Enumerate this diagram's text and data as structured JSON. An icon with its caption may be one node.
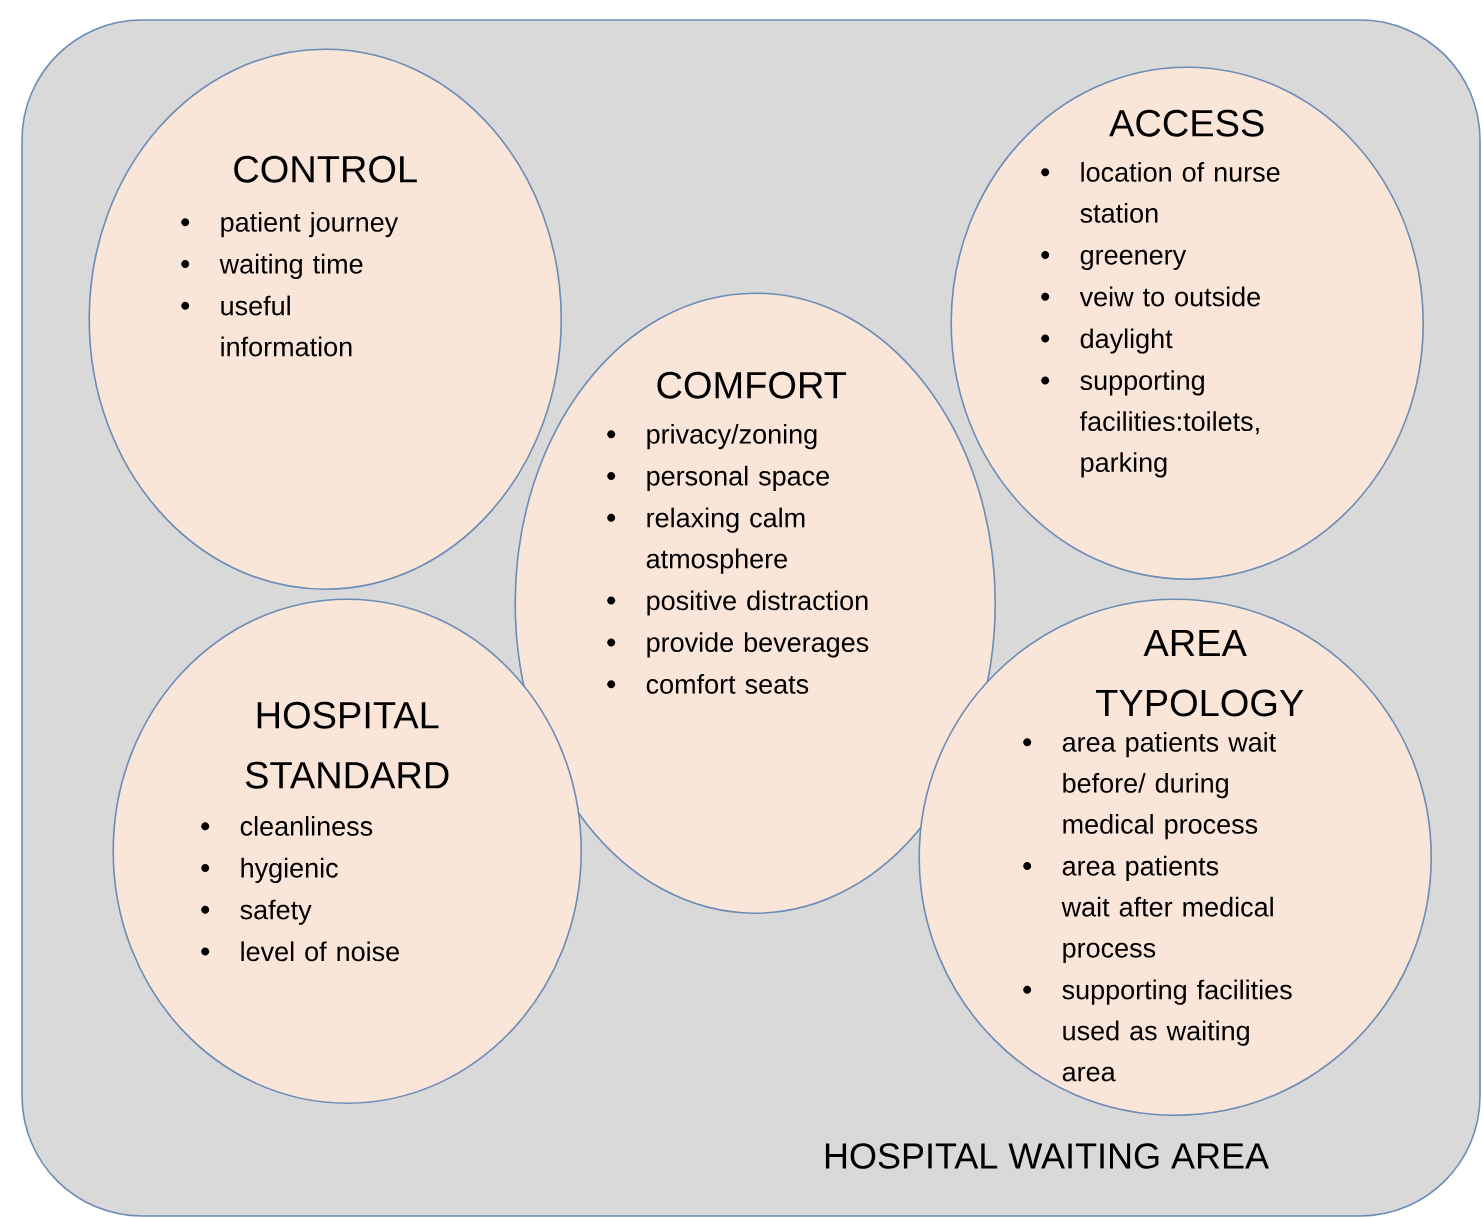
{
  "diagram": {
    "nodes": [
      {
        "text": [
          "HOSPITAL WAITING AREA"
        ]
      },
      {
        "text": [
          "CONTROL",
          "patient journey",
          "waiting time",
          "useful information"
        ],
        "in": 0
      },
      {
        "text": [
          "ACCESS",
          "location of nurse station",
          "greenery",
          "veiw to outside",
          "daylight",
          "supporting facilities:toilets, parking"
        ],
        "in": 0
      },
      {
        "text": [
          "COMFORT",
          "privacy/zoning",
          "personal space",
          "relaxing calm atmosphere",
          "positive distraction",
          "provide beverages",
          "comfort seats"
        ],
        "in": 0
      },
      {
        "text": [
          "HOSPITAL STANDARD",
          "cleanliness",
          "hygienic",
          "safety",
          "level of noise"
        ],
        "in": 0
      },
      {
        "text": [
          "AREA TYPOLOGY",
          "area patients wait before/ during medical process",
          "area patients wait after medical process",
          "supporting facilities used as waiting area"
        ],
        "in": 0
      }
    ]
  }
}
